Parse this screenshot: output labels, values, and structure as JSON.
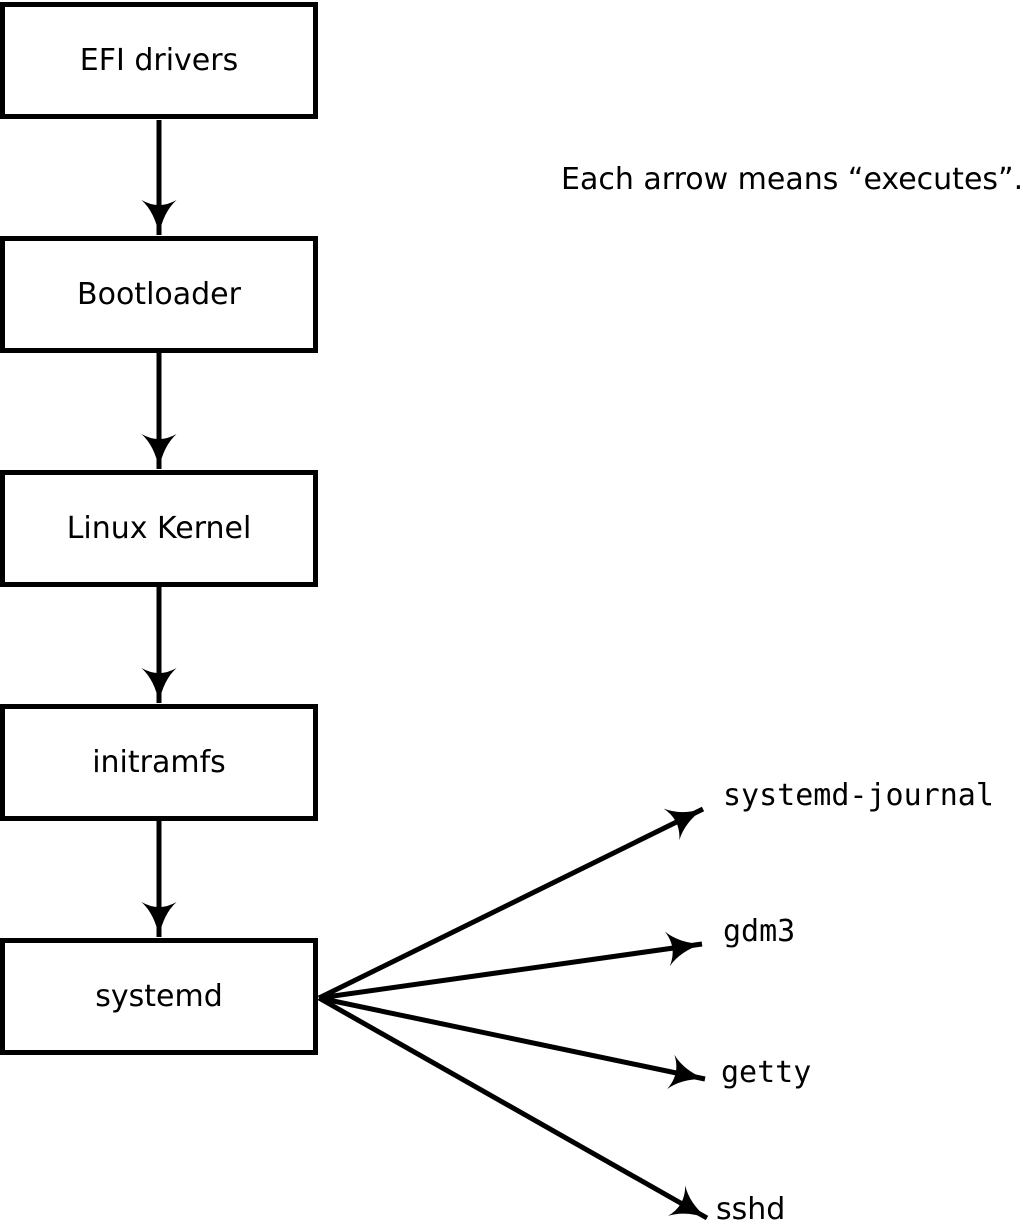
{
  "diagram": {
    "caption": "Each arrow means “executes”.",
    "arrow_meaning": "executes",
    "flow_nodes": [
      {
        "id": "efi-drivers",
        "label": "EFI drivers"
      },
      {
        "id": "bootloader",
        "label": "Bootloader"
      },
      {
        "id": "linux-kernel",
        "label": "Linux Kernel"
      },
      {
        "id": "initramfs",
        "label": "initramfs"
      },
      {
        "id": "systemd",
        "label": "systemd"
      }
    ],
    "chain_edges": [
      {
        "from": "efi-drivers",
        "to": "bootloader"
      },
      {
        "from": "bootloader",
        "to": "linux-kernel"
      },
      {
        "from": "linux-kernel",
        "to": "initramfs"
      },
      {
        "from": "initramfs",
        "to": "systemd"
      }
    ],
    "spawned_targets": [
      {
        "id": "systemd-journal",
        "label": "systemd-journal"
      },
      {
        "id": "gdm3",
        "label": "gdm3"
      },
      {
        "id": "getty",
        "label": "getty"
      },
      {
        "id": "sshd",
        "label": "sshd"
      }
    ],
    "fan_edges": [
      {
        "from": "systemd",
        "to": "systemd-journal"
      },
      {
        "from": "systemd",
        "to": "gdm3"
      },
      {
        "from": "systemd",
        "to": "getty"
      },
      {
        "from": "systemd",
        "to": "sshd"
      }
    ],
    "colors": {
      "line": "#000000",
      "text": "#000000",
      "box_fill": "#ffffff",
      "background": "#ffffff"
    }
  }
}
